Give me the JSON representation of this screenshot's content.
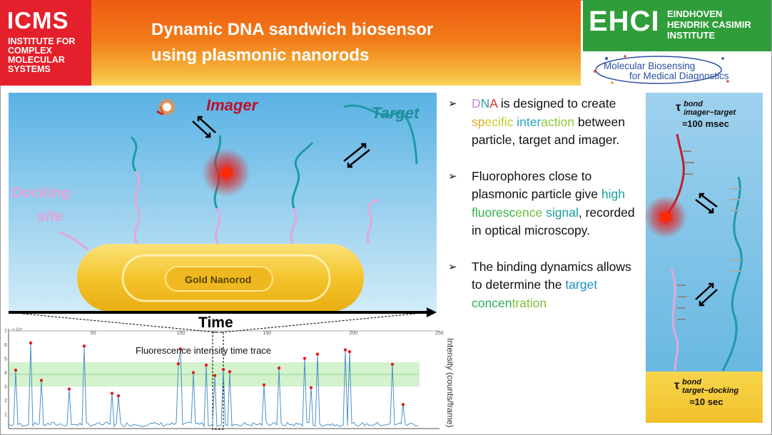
{
  "header": {
    "icms_logo": {
      "big": "ICMS",
      "small": "INSTITUTE FOR COMPLEX MOLECULAR SYSTEMS"
    },
    "title_line1": "Dynamic DNA sandwich biosensor",
    "title_line2": "using plasmonic nanorods",
    "ehci_logo": {
      "big": "EHCI",
      "line1": "EINDHOVEN",
      "line2": "HENDRIK CASIMIR",
      "line3": "INSTITUTE"
    },
    "mbmd_logo": {
      "line1": "Molecular Biosensing",
      "line2": "for Medical Diagnostics"
    }
  },
  "scene": {
    "imager_label": "Imager",
    "target_label": "Target",
    "docking_line1": "Docking",
    "docking_line2": "site",
    "nanorod_label": "Gold Nanorod",
    "time_label": "Time"
  },
  "trace": {
    "title": "Fluorescence intensity time trace",
    "ylabel": "Intensity (counts/frame)",
    "x_ticks": [
      "50",
      "100",
      "150",
      "200",
      "250"
    ],
    "y_ticks": [
      "1",
      "2",
      "3",
      "4",
      "5",
      "6",
      "7"
    ],
    "y_exponent": "× 10⁵"
  },
  "bullets": [
    {
      "marker": "➢",
      "segments": [
        {
          "text": "D",
          "color": "#c58ad8"
        },
        {
          "text": "N",
          "color": "#2aa0a8"
        },
        {
          "text": "A",
          "color": "#e03020"
        },
        {
          "text": " is designed to create ",
          "color": "#111111"
        },
        {
          "text": "sp",
          "color": "#e9a52a"
        },
        {
          "text": "ecific",
          "color": "#c7cc2a"
        },
        {
          "text": " ",
          "color": "#111111"
        },
        {
          "text": "inter",
          "color": "#2aa8c8"
        },
        {
          "text": "action",
          "color": "#8cc83a"
        },
        {
          "text": " between particle, target and imager.",
          "color": "#111111"
        }
      ]
    },
    {
      "marker": "➢",
      "segments": [
        {
          "text": "Fluorophores close to plasmonic particle give ",
          "color": "#111111"
        },
        {
          "text": "high ",
          "color": "#1aa0a0"
        },
        {
          "text": "fluoresc",
          "color": "#36b04a"
        },
        {
          "text": "ence",
          "color": "#6cbf3a"
        },
        {
          "text": " ",
          "color": "#111111"
        },
        {
          "text": "signal",
          "color": "#1aa0a0"
        },
        {
          "text": ", recorded in optical microscopy.",
          "color": "#111111"
        }
      ]
    },
    {
      "marker": "➢",
      "segments": [
        {
          "text": "The binding dynamics allows to determine the ",
          "color": "#111111"
        },
        {
          "text": "target ",
          "color": "#1f8fc0"
        },
        {
          "text": "concen",
          "color": "#2eae5a"
        },
        {
          "text": "tration",
          "color": "#7cbd3a"
        }
      ]
    }
  ],
  "right_panel": {
    "tau1": {
      "symbol": "τ",
      "sup": "bond",
      "sub": "imager−target",
      "value": "≈100 msec"
    },
    "tau2": {
      "symbol": "τ",
      "sup": "bond",
      "sub": "target−docking",
      "value": "≈10 sec"
    }
  },
  "colors": {
    "icms_red": "#e3202b",
    "ehci_green": "#2f9e3a",
    "header_orange": "#f07a18",
    "gold": "#f2c12c",
    "sky": "#6bbbe6"
  }
}
